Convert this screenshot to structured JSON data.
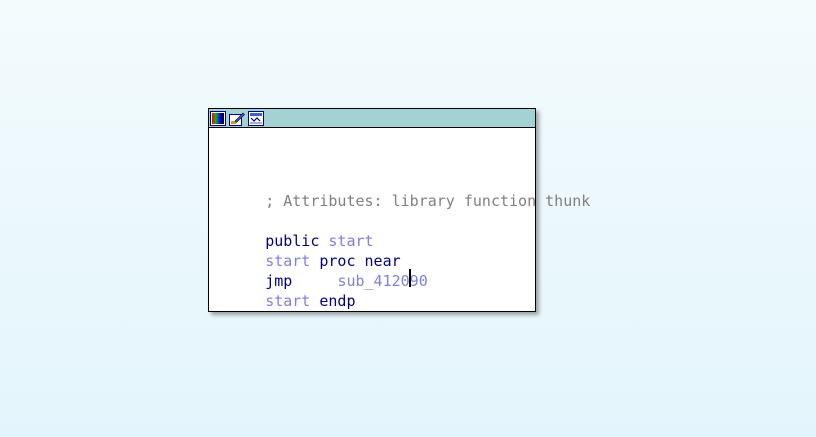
{
  "toolbar": {
    "icons": [
      "color-palette-icon",
      "edit-node-icon",
      "graph-overview-icon"
    ]
  },
  "code": {
    "comment": "; Attributes: library function thunk",
    "line_public_kw": "public",
    "line_public_name": "start",
    "line_proc_name": "start",
    "line_proc_kw": "proc near",
    "line_jmp_kw": "jmp",
    "line_jmp_spacer": "     ",
    "line_jmp_target": "sub_412090",
    "line_endp_name": "start",
    "line_endp_kw": "endp"
  },
  "colors": {
    "titlebar": "#a2d2d2",
    "keyword": "#000080",
    "identifier": "#8080e0",
    "comment": "#808080"
  }
}
